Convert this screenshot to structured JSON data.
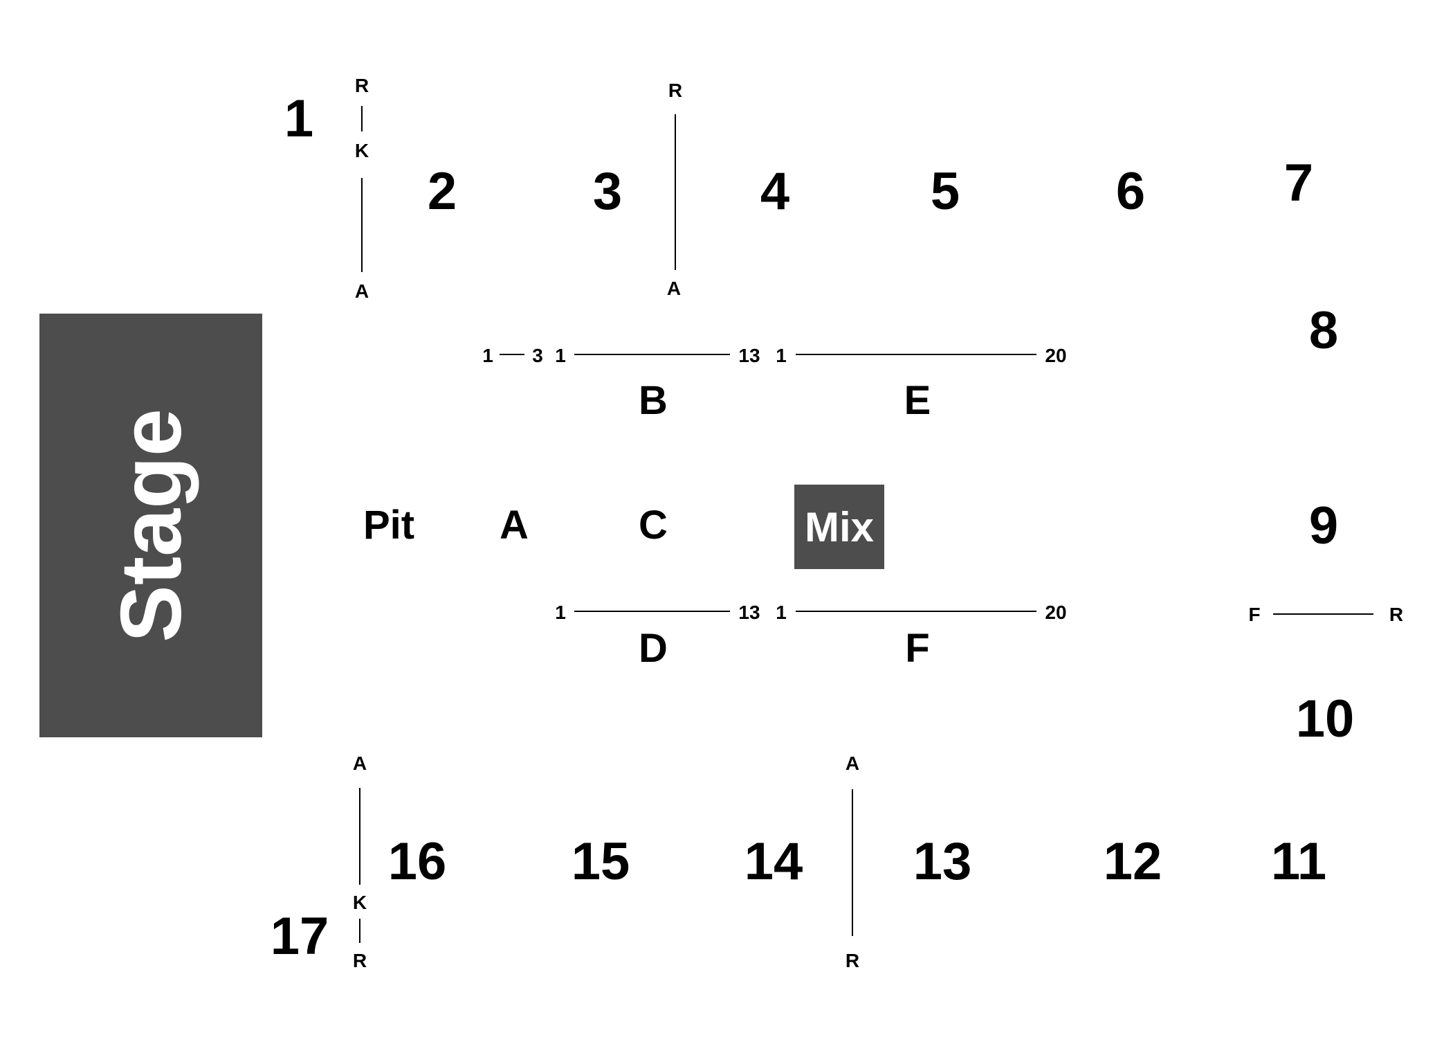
{
  "colors": {
    "block_fill": "#4d4d4d",
    "block_text": "#ffffff",
    "text": "#000000",
    "background": "#ffffff"
  },
  "stage": {
    "label": "Stage"
  },
  "mix": {
    "label": "Mix"
  },
  "pit": {
    "label": "Pit"
  },
  "sections": {
    "s1": "1",
    "s2": "2",
    "s3": "3",
    "s4": "4",
    "s5": "5",
    "s6": "6",
    "s7": "7",
    "s8": "8",
    "s9": "9",
    "s10": "10",
    "s11": "11",
    "s12": "12",
    "s13": "13",
    "s14": "14",
    "s15": "15",
    "s16": "16",
    "s17": "17"
  },
  "floor_zones": {
    "a": "A",
    "b": "B",
    "c": "C",
    "d": "D",
    "e": "E",
    "f": "F"
  },
  "row_markers": {
    "s1_top": "R",
    "s1_mid": "K",
    "s1_bottom": "A",
    "s3_top": "R",
    "s3_bottom": "A",
    "s16_top": "A",
    "s16_mid": "K",
    "s16_bottom": "R",
    "s14_top": "A",
    "s14_bottom": "R",
    "s9_left": "F",
    "s9_right": "R"
  },
  "seat_markers": {
    "b_start_a": "1",
    "b_end_a": "3",
    "b_start": "1",
    "b_end": "13",
    "e_start": "1",
    "e_end": "20",
    "d_start": "1",
    "d_end": "13",
    "f_start": "1",
    "f_end": "20"
  }
}
